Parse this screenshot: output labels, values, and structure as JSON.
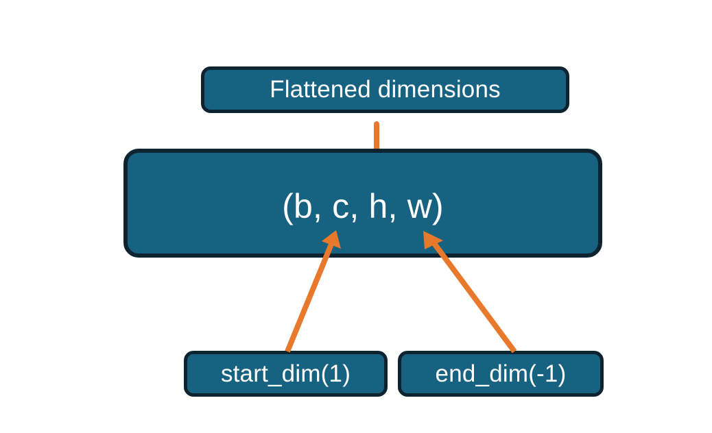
{
  "diagram": {
    "title_node": {
      "label": "Flattened dimensions",
      "name": "flattened-dimensions-box"
    },
    "shape_node": {
      "label": "(b, c, h, w)",
      "name": "tensor-shape-box"
    },
    "param_nodes": [
      {
        "label": "start_dim(1)",
        "name": "start-dim-box"
      },
      {
        "label": "end_dim(-1)",
        "name": "end-dim-box"
      }
    ],
    "connectors": [
      {
        "name": "brace-to-flattened",
        "kind": "curly-brace-up",
        "from": "shape-node-dims-c-h-w",
        "to": "flattened-dimensions-box"
      },
      {
        "name": "arrow-start-dim",
        "kind": "arrow",
        "from": "start-dim-box",
        "to": "shape-dim-c"
      },
      {
        "name": "arrow-end-dim",
        "kind": "arrow",
        "from": "end-dim-box",
        "to": "shape-dim-w"
      }
    ],
    "colors": {
      "node_fill": "#186281",
      "node_border": "#0d2430",
      "node_text": "#ffffff",
      "connector": "#e8792c",
      "background": "#ffffff"
    }
  }
}
